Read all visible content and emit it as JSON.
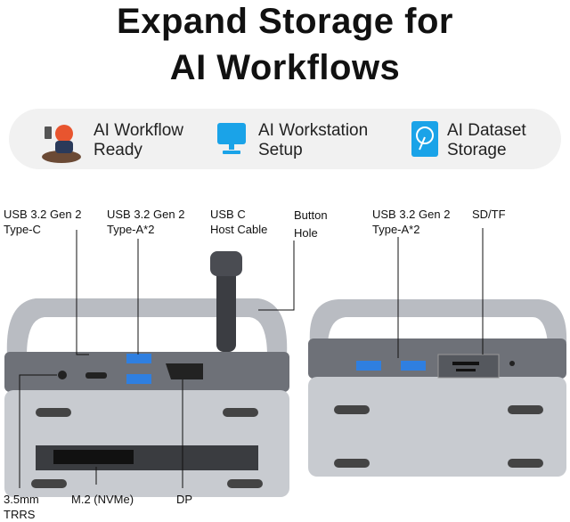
{
  "title": {
    "line1": "Expand Storage for",
    "line2": "AI Workflows"
  },
  "features": [
    {
      "icon": "lobster-mascot-icon",
      "line1": "AI Workflow",
      "line2": "Ready"
    },
    {
      "icon": "monitor-icon",
      "line1": "AI Workstation",
      "line2": "Setup",
      "color": "#1aa3e8"
    },
    {
      "icon": "hard-drive-icon",
      "line1": "AI Dataset",
      "line2": "Storage",
      "color": "#1aa3e8"
    }
  ],
  "labels": {
    "usb_c": {
      "line1": "USB 3.2 Gen 2",
      "line2": "Type-C"
    },
    "usb_a_left": {
      "line1": "USB 3.2 Gen 2",
      "line2": "Type-A*2"
    },
    "host_cable": {
      "line1": "USB C",
      "line2": "Host Cable"
    },
    "button_hole": {
      "line1": "Button",
      "line2": "Hole"
    },
    "usb_a_right": {
      "line1": "USB 3.2 Gen 2",
      "line2": "Type-A*2"
    },
    "sd_tf": {
      "line1": "SD/TF"
    },
    "audio": {
      "line1": "3.5mm",
      "line2": "TRRS"
    },
    "m2": {
      "line1": "M.2 (NVMe)"
    },
    "dp": {
      "line1": "DP"
    }
  },
  "colors": {
    "port_blue": "#2f7fe0",
    "body_gray": "#8c8f95",
    "accent": "#1aa3e8"
  }
}
